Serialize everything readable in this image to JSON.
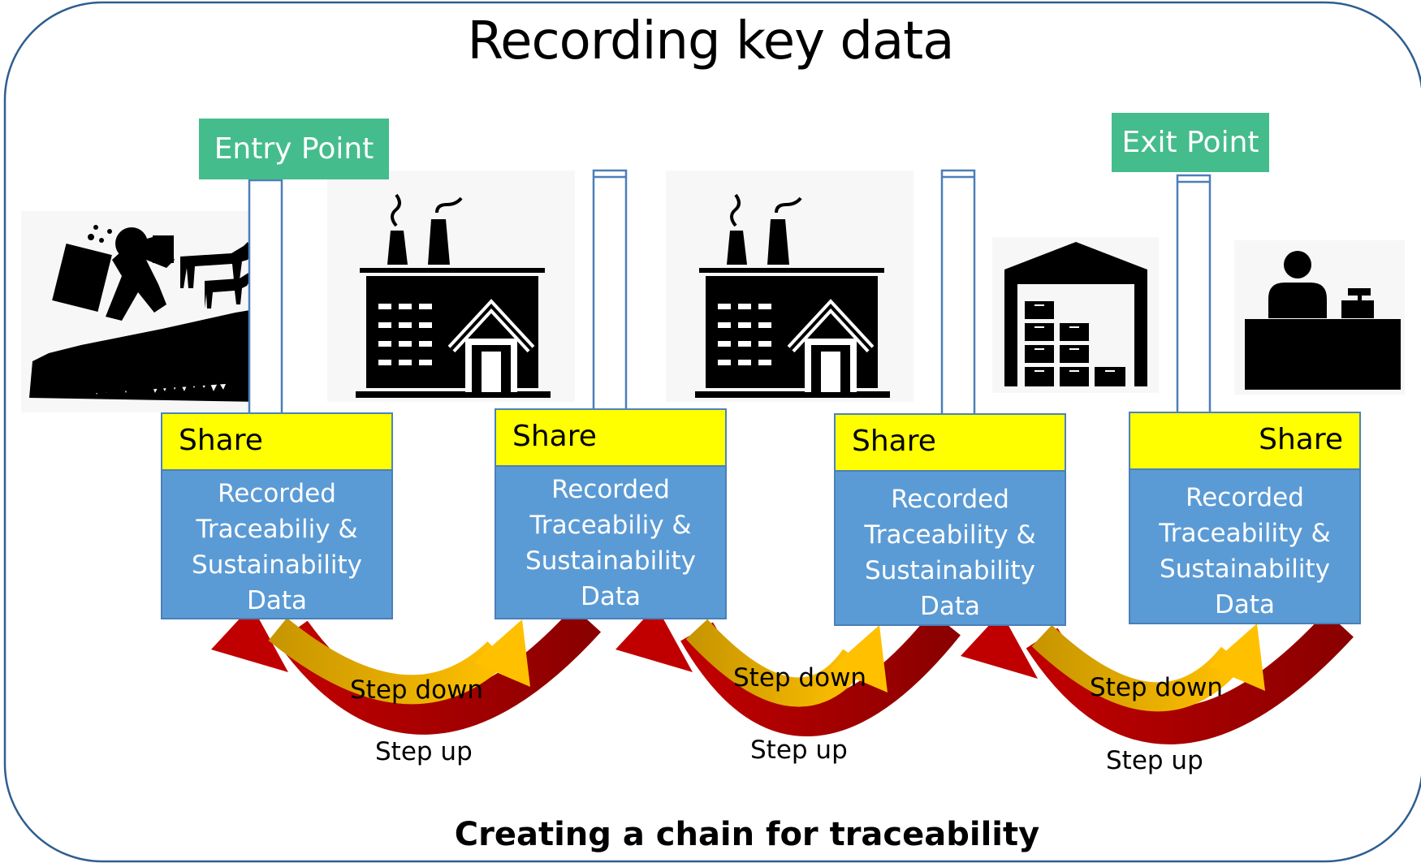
{
  "title": "Recording key data",
  "caption": "Creating a chain for traceability",
  "entry_point": "Entry Point",
  "exit_point": "Exit Point",
  "stages": [
    {
      "icon": "farmer-livestock-icon",
      "share": "Share",
      "record": [
        "Recorded",
        "Traceabiliy &",
        "Sustainability",
        "Data"
      ]
    },
    {
      "icon": "factory-icon",
      "share": "Share",
      "record": [
        "Recorded",
        "Traceabiliy &",
        "Sustainability",
        "Data"
      ]
    },
    {
      "icon": "factory-icon",
      "share": "Share",
      "record": [
        "Recorded",
        "Traceability &",
        "Sustainability",
        "Data"
      ]
    },
    {
      "icon": "warehouse-icon",
      "share": "Share",
      "record": [
        "Recorded",
        "Traceability &",
        "Sustainability",
        "Data"
      ]
    },
    {
      "icon": "retail-counter-icon"
    }
  ],
  "links": [
    {
      "down": "Step down",
      "up": "Step up"
    },
    {
      "down": "Step down",
      "up": "Step up"
    },
    {
      "down": "Step down",
      "up": "Step up"
    }
  ],
  "colors": {
    "frame": "#2E5E8E",
    "point_box": "#45BC8C",
    "share_box": "#FFFF00",
    "record_box": "#5B9BD5",
    "step_down": "#FFC000",
    "step_down_dark": "#C89600",
    "step_up": "#C00000",
    "step_up_dark": "#8B0000"
  }
}
